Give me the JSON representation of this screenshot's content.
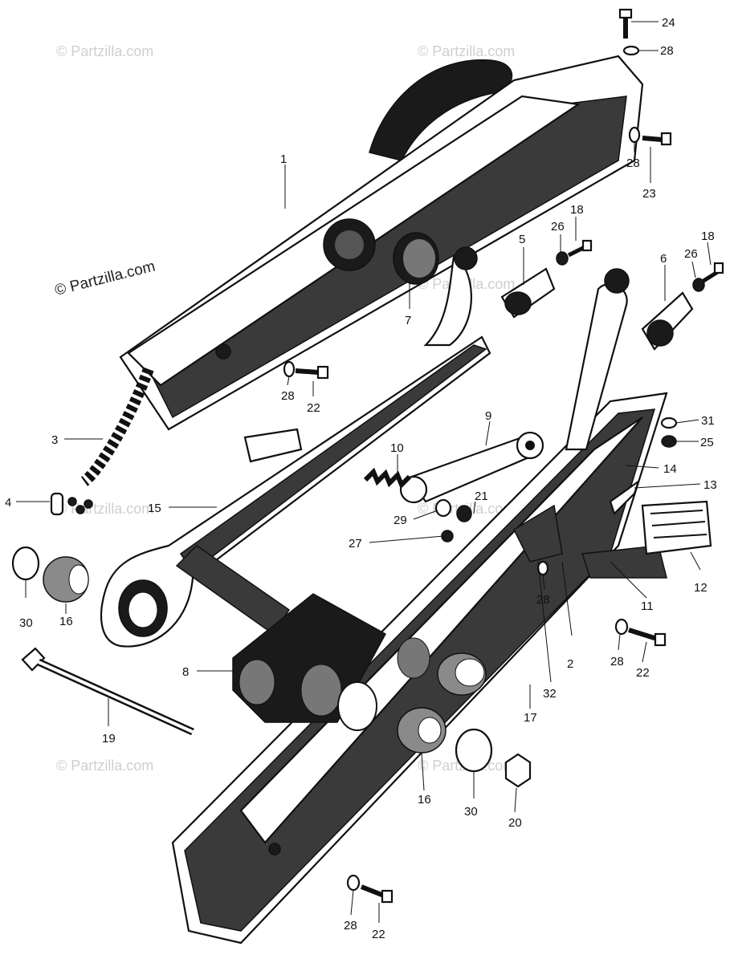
{
  "watermark": {
    "primary": "© Partzilla.com",
    "faded": "© Partzilla.com"
  },
  "callouts": {
    "c1": "1",
    "c2": "2",
    "c3": "3",
    "c4": "4",
    "c5": "5",
    "c6": "6",
    "c7": "7",
    "c8": "8",
    "c9": "9",
    "c10": "10",
    "c11": "11",
    "c12": "12",
    "c13": "13",
    "c14": "14",
    "c15": "15",
    "c16a": "16",
    "c16b": "16",
    "c17": "17",
    "c18a": "18",
    "c18b": "18",
    "c19": "19",
    "c20": "20",
    "c21": "21",
    "c22a": "22",
    "c22b": "22",
    "c22c": "22",
    "c23": "23",
    "c24": "24",
    "c25": "25",
    "c26a": "26",
    "c26b": "26",
    "c27": "27",
    "c28a": "28",
    "c28b": "28",
    "c28c": "28",
    "c28d": "28",
    "c28e": "28",
    "c28f": "28",
    "c29": "29",
    "c30a": "30",
    "c30b": "30",
    "c31": "31",
    "c32": "32"
  }
}
